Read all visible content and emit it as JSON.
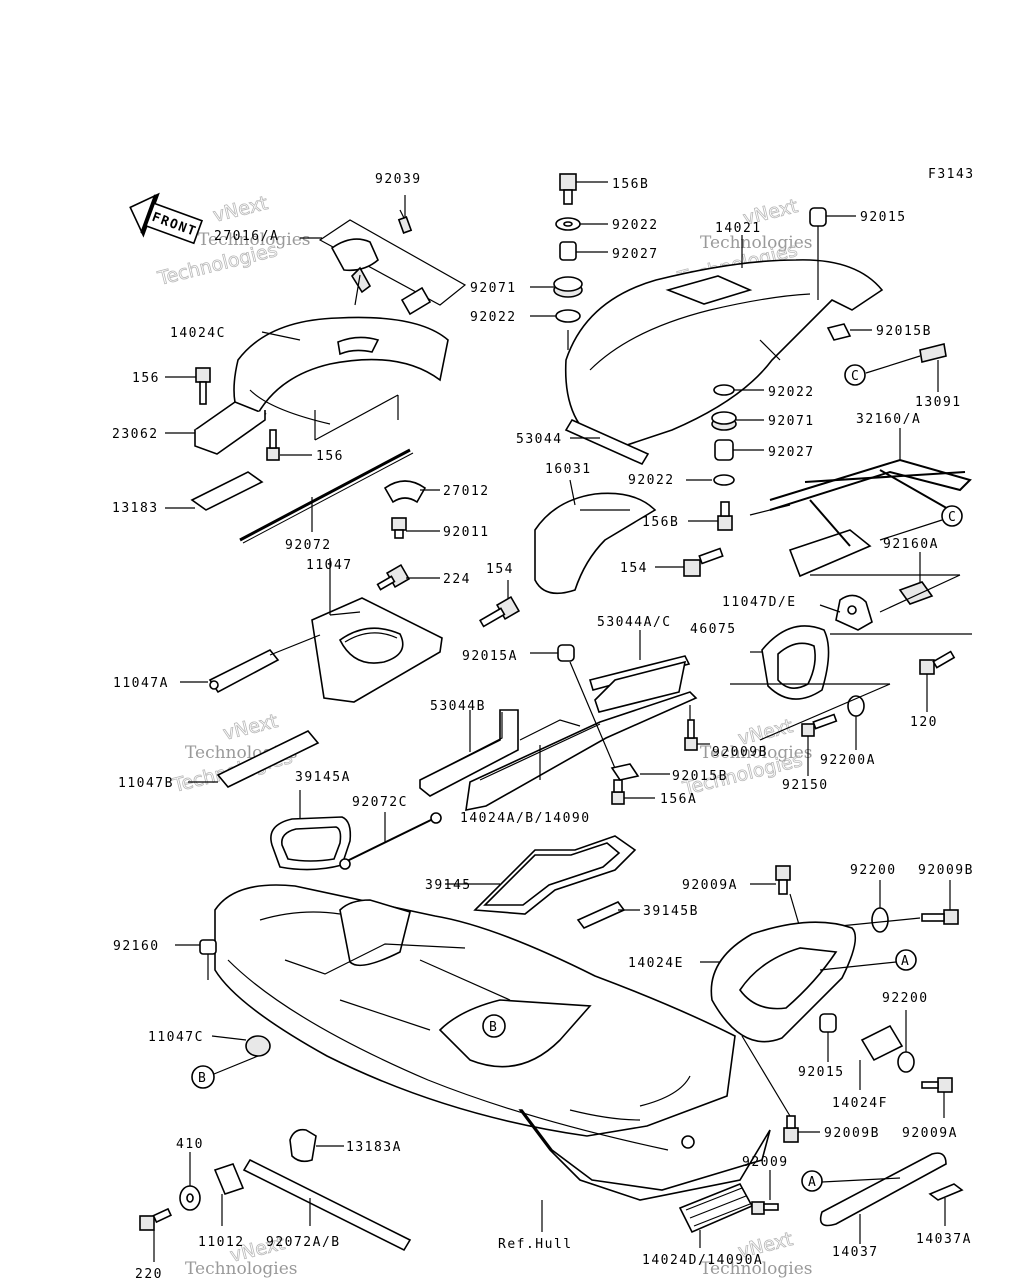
{
  "diagram": {
    "code": "F3143",
    "front_label": "FRONT",
    "ref_label": "Ref.Hull",
    "watermarks": [
      "vNext",
      "Technologies"
    ],
    "callouts": [
      "A",
      "B",
      "C"
    ],
    "labels": {
      "p92039": "92039",
      "p27016A": "27016/A",
      "p14024C": "14024C",
      "p156a": "156",
      "p23062": "23062",
      "p156b": "156",
      "p13183": "13183",
      "p92072": "92072",
      "p27012": "27012",
      "p92011": "92011",
      "p11047": "11047",
      "p224": "224",
      "p154a": "154",
      "p11047A": "11047A",
      "p11047B": "11047B",
      "p39145A": "39145A",
      "p92072C": "92072C",
      "p53044B": "53044B",
      "p14024ABs": "14024A/B/14090",
      "p92015A": "92015A",
      "p53044AC": "53044A/C",
      "p156Bt": "156B",
      "p92022a": "92022",
      "p92027a": "92027",
      "p92071a": "92071",
      "p92022b": "92022",
      "p14021": "14021",
      "p92015": "92015",
      "p92015B": "92015B",
      "p13091": "13091",
      "p92022c": "92022",
      "p92071b": "92071",
      "p92027b": "92027",
      "p32160A": "32160/A",
      "p53044": "53044",
      "p16031": "16031",
      "p92022d": "92022",
      "p156B2": "156B",
      "p154b": "154",
      "p92160A": "92160A",
      "p11047DE": "11047D/E",
      "p46075": "46075",
      "p120": "120",
      "p92009Bm": "92009B",
      "p92015Bm": "92015B",
      "p156A": "156A",
      "p92200A": "92200A",
      "p92150": "92150",
      "p39145": "39145",
      "p39145B": "39145B",
      "p92160": "92160",
      "p11047C": "11047C",
      "p92009A": "92009A",
      "p92200a": "92200",
      "p92009Bt": "92009B",
      "p14024E": "14024E",
      "p92200b": "92200",
      "p92015c": "92015",
      "p14024F": "14024F",
      "p92009Bb": "92009B",
      "p92009Ab": "92009A",
      "p410": "410",
      "p13183A": "13183A",
      "p92009": "92009",
      "p11012": "11012",
      "p92072AB": "92072A/B",
      "p220": "220",
      "p14024D": "14024D/14090A",
      "p14037": "14037",
      "p14037A": "14037A"
    }
  }
}
